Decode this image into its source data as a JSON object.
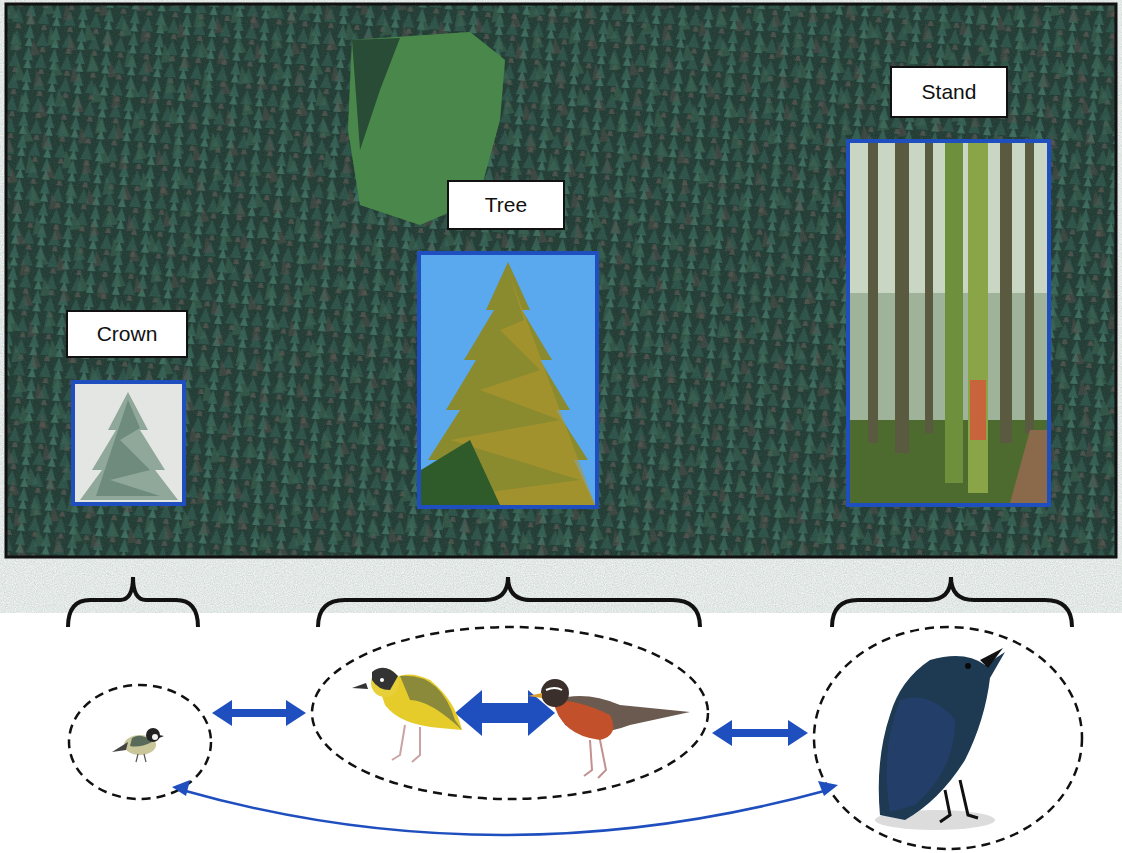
{
  "diagram": {
    "nodes": [
      {
        "text": [
          "Crown"
        ]
      },
      {
        "text": [
          "Tree"
        ]
      },
      {
        "text": [
          "Stand"
        ]
      }
    ]
  }
}
